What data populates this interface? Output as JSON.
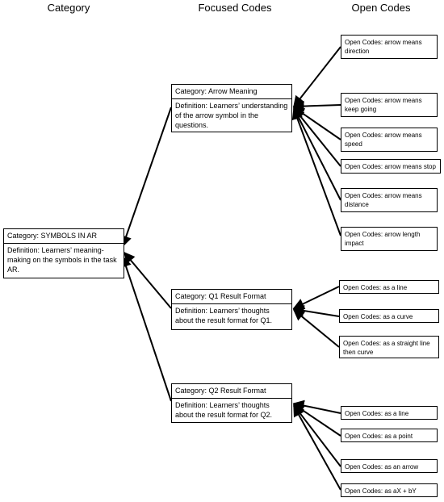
{
  "headers": {
    "category": "Category",
    "focused": "Focused Codes",
    "open": "Open Codes"
  },
  "root": {
    "title": "Category: SYMBOLS IN AR",
    "definition": "Definition: Learners’ meaning-making on the symbols in the task AR."
  },
  "focused": [
    {
      "title": "Category: Arrow Meaning",
      "definition": "Definition: Learners’ understanding of the arrow symbol in the questions.",
      "open_codes": [
        "Open Codes: arrow means direction",
        "Open Codes: arrow means keep going",
        "Open Codes: arrow means speed",
        "Open Codes: arrow means stop",
        "Open Codes: arrow means distance",
        "Open Codes: arrow length impact"
      ]
    },
    {
      "title": "Category: Q1 Result Format",
      "definition": "Definition: Learners’ thoughts about the result format for Q1.",
      "open_codes": [
        "Open Codes: as a line",
        "Open Codes: as a curve",
        "Open Codes: as a straight line then curve"
      ]
    },
    {
      "title": "Category: Q2 Result Format",
      "definition": "Definition: Learners’ thoughts about the result format for Q2.",
      "open_codes": [
        "Open Codes: as a line",
        "Open Codes: as a point",
        "Open Codes: as an arrow",
        "Open Codes: as aX + bY"
      ]
    }
  ]
}
